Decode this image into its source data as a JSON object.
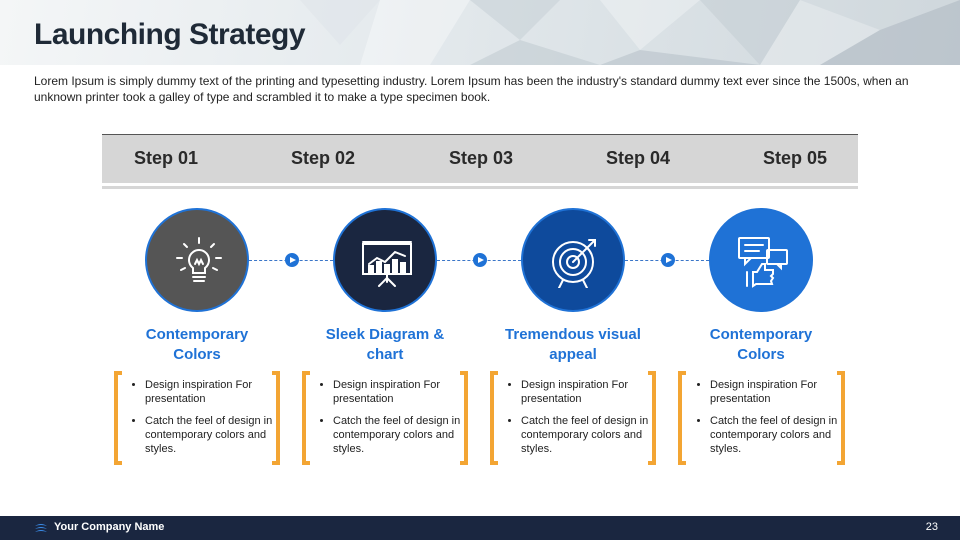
{
  "title": "Launching Strategy",
  "description": "Lorem Ipsum is simply dummy text of the printing and typesetting industry. Lorem Ipsum has been the industry's standard dummy text ever since the 1500s,  when an unknown printer took a galley of type and scrambled it to make a type specimen book.",
  "steps": [
    "Step 01",
    "Step 02",
    "Step 03",
    "Step 04",
    "Step 05"
  ],
  "columns": [
    {
      "title_line1": "Contemporary",
      "title_line2": "Colors",
      "icon": "lightbulb-icon",
      "circle_color": "#555555",
      "bullet1": "Design inspiration For presentation",
      "bullet2": "Catch the feel of design in contemporary  colors and styles."
    },
    {
      "title_line1": "Sleek Diagram &",
      "title_line2": "chart",
      "icon": "presentation-chart-icon",
      "circle_color": "#1a2640",
      "bullet1": "Design inspiration For presentation",
      "bullet2": "Catch the feel of design in contemporary  colors and styles."
    },
    {
      "title_line1": "Tremendous visual",
      "title_line2": "appeal",
      "icon": "target-icon",
      "circle_color": "#0e4a9c",
      "bullet1": "Design inspiration For presentation",
      "bullet2": "Catch the feel of design in contemporary  colors and styles."
    },
    {
      "title_line1": "Contemporary",
      "title_line2": "Colors",
      "icon": "chat-thumbs-up-icon",
      "circle_color": "#1f72d6",
      "bullet1": "Design inspiration For presentation",
      "bullet2": "Catch the feel of design in contemporary  colors and styles."
    }
  ],
  "colors": {
    "accent": "#1f72d6",
    "bracket": "#f3a533",
    "footer": "#1a2640"
  },
  "footer": {
    "company": "Your Company Name",
    "page": "23"
  }
}
